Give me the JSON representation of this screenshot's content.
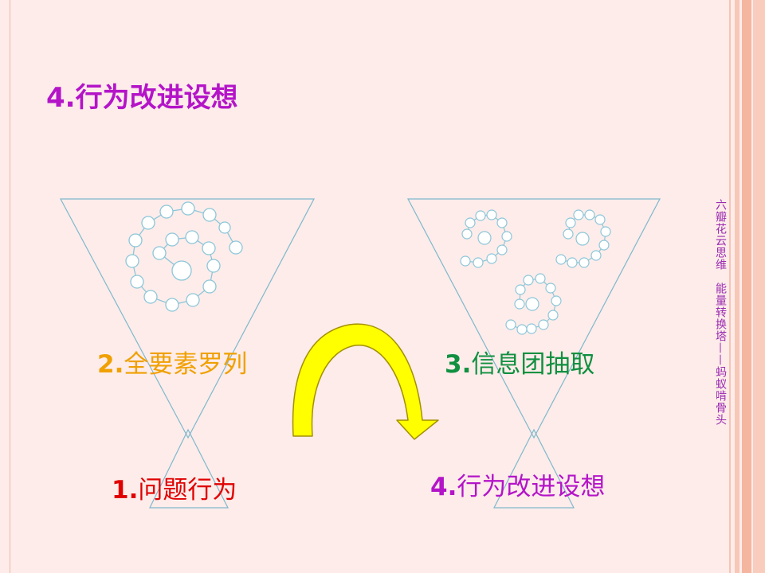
{
  "slide": {
    "title": "4.行为改进设想",
    "labels": {
      "all_elements": {
        "num": "2.",
        "text": "全要素罗列"
      },
      "info_extract": {
        "num": "3.",
        "text": "信息团抽取"
      },
      "problem_behavior": {
        "num": "1.",
        "text": "问题行为"
      },
      "improvement": {
        "num": "4.",
        "text": "行为改进设想"
      }
    },
    "vertical_caption": "六瓣花云思维　能量转换塔——蚂蚁啃骨头"
  },
  "colors": {
    "title": "#b414c8",
    "label_1": "#e00000",
    "label_2": "#f0a000",
    "label_3": "#109040",
    "label_4": "#b414c8",
    "funnel_stroke": "#7fb8cc",
    "arrow_fill": "#ffff00",
    "arrow_stroke": "#a49000"
  }
}
